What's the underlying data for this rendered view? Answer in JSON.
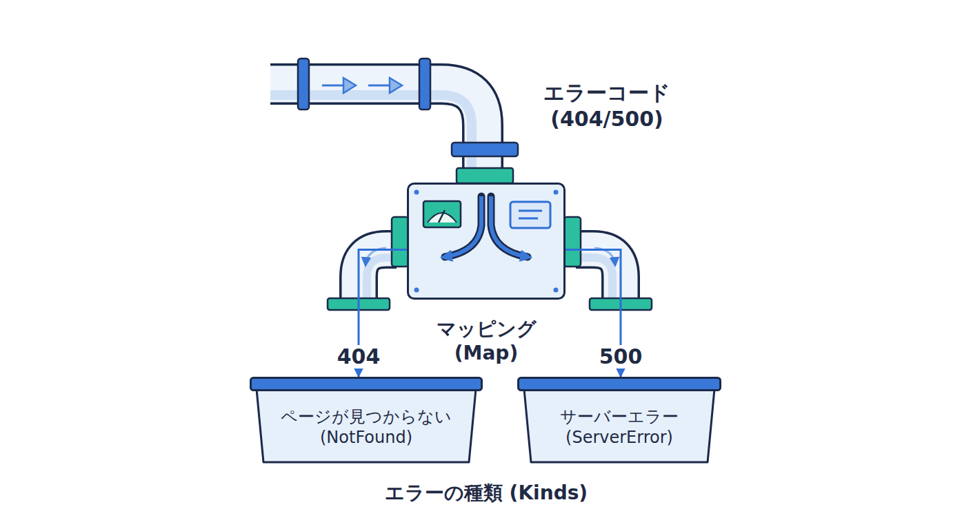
{
  "diagram": {
    "nodes": [
      {
        "text": [
          "マッピング (Map)"
        ]
      },
      {
        "text": [
          "ページが見つからない (NotFound)"
        ]
      },
      {
        "text": [
          "サーバーエラー (ServerError)"
        ]
      }
    ],
    "edges": [
      {
        "from": 0,
        "to": 1,
        "arrow": "to",
        "label": "404"
      },
      {
        "from": 0,
        "to": 2,
        "arrow": "to",
        "label": "500"
      }
    ],
    "labels": [
      "エラーコード (404/500)",
      "エラーの種類 (Kinds)"
    ]
  }
}
